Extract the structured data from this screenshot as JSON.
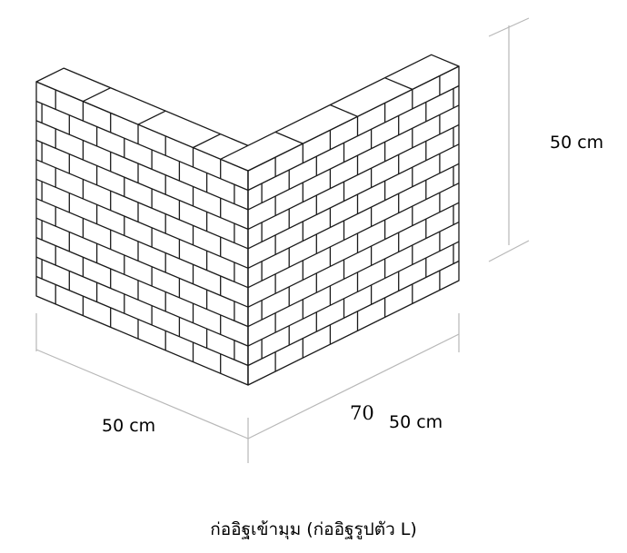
{
  "diagram": {
    "dimensions": {
      "height_label": "50 cm",
      "left_width_label": "50 cm",
      "right_width_label": "50 cm",
      "stray_number": "70"
    },
    "caption": "ก่ออิฐเข้ามุม (ก่ออิฐรูปตัว L)",
    "colors": {
      "line": "#1a1a1a",
      "dimension_line": "#b8b8b8",
      "background": "#ffffff"
    }
  }
}
